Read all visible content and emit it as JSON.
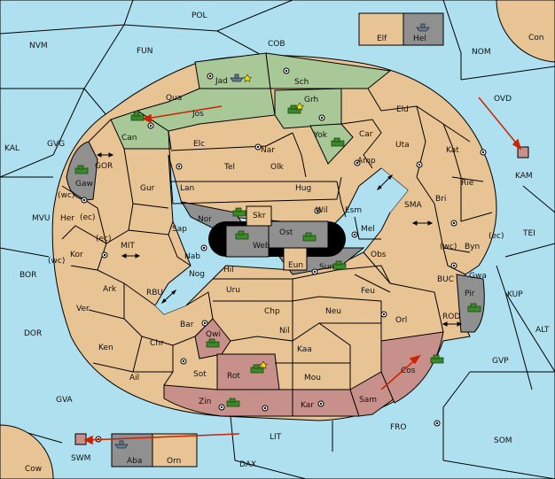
{
  "map": {
    "colors": {
      "sea": "#aee0f0",
      "land": "#e8c394",
      "green": "#a8c898",
      "pink": "#c8908a",
      "grey": "#909090",
      "black": "#000000",
      "arrow": "#cc2200"
    },
    "labels": {
      "POL": "POL",
      "NVM": "NVM",
      "FUN": "FUN",
      "COB": "COB",
      "NOM": "NOM",
      "Con": "Con",
      "OVD": "OVD",
      "Elf": "Elf",
      "Hel": "Hel",
      "KAL": "KAL",
      "GVG": "GVG",
      "MVU": "MVU",
      "BOR": "BOR",
      "DOR": "DOR",
      "GVA": "GVA",
      "Cow": "Cow",
      "SWM": "SWM",
      "LIT": "LIT",
      "DAX": "DAX",
      "Aba": "Aba",
      "Orn": "Orn",
      "FRO": "FRO",
      "SOM": "SOM",
      "GVP": "GVP",
      "ALT": "ALT",
      "KUP": "KUP",
      "TEI": "TEI",
      "KAM": "KAM",
      "Jad": "Jad",
      "Sch": "Sch",
      "Qua": "Qua",
      "Jos": "Jos",
      "Grh": "Grh",
      "Can": "Can",
      "Eld": "Eld",
      "Elc": "Elc",
      "Nar": "Nar",
      "Yok": "Yok",
      "Car": "Car",
      "Uta": "Uta",
      "Kat": "Kat",
      "Tel": "Tel",
      "Olk": "Olk",
      "Amp": "Amp",
      "GOR": "GOR",
      "Gaw": "Gaw",
      "Gur": "Gur",
      "Lan": "Lan",
      "Hug": "Hug",
      "Rie": "Rie",
      "Bri": "Bri",
      "wc1": "(wc)",
      "ec1": "(ec)",
      "Her": "Her",
      "Wil": "Wil",
      "Esm": "Esm",
      "SMA": "SMA",
      "Nor": "Nor",
      "Skr": "Skr",
      "Ost": "Ost",
      "Web": "Web",
      "Sap": "Sap",
      "Mel": "Mel",
      "Byn": "Byn",
      "wc3": "(wc)",
      "ec3": "(ec)",
      "ec2": "(ec)",
      "MIT": "MIT",
      "Kor": "Kor",
      "wc2": "(wc)",
      "Nab": "Nab",
      "Eun": "Eun",
      "Sun": "Sun",
      "Obs": "Obs",
      "Gwa": "Gwa",
      "Hil": "Hil",
      "BUC": "BUC",
      "Nog": "Nog",
      "RBU": "RBU",
      "Ark": "Ark",
      "Uru": "Uru",
      "Feu": "Feu",
      "Pir": "Pir",
      "Ver": "Ver",
      "Chp": "Chp",
      "Neu": "Neu",
      "Orl": "Orl",
      "ROD": "ROD",
      "Bar": "Bar",
      "Qwi": "Qwi",
      "Nil": "Nil",
      "Ken": "Ken",
      "Chr": "Chr",
      "Kaa": "Kaa",
      "Rot": "Rot",
      "Sot": "Sot",
      "Cos": "Cos",
      "Ail": "Ail",
      "Mou": "Mou",
      "Zin": "Zin",
      "Kar": "Kar",
      "Sam": "Sam"
    }
  }
}
